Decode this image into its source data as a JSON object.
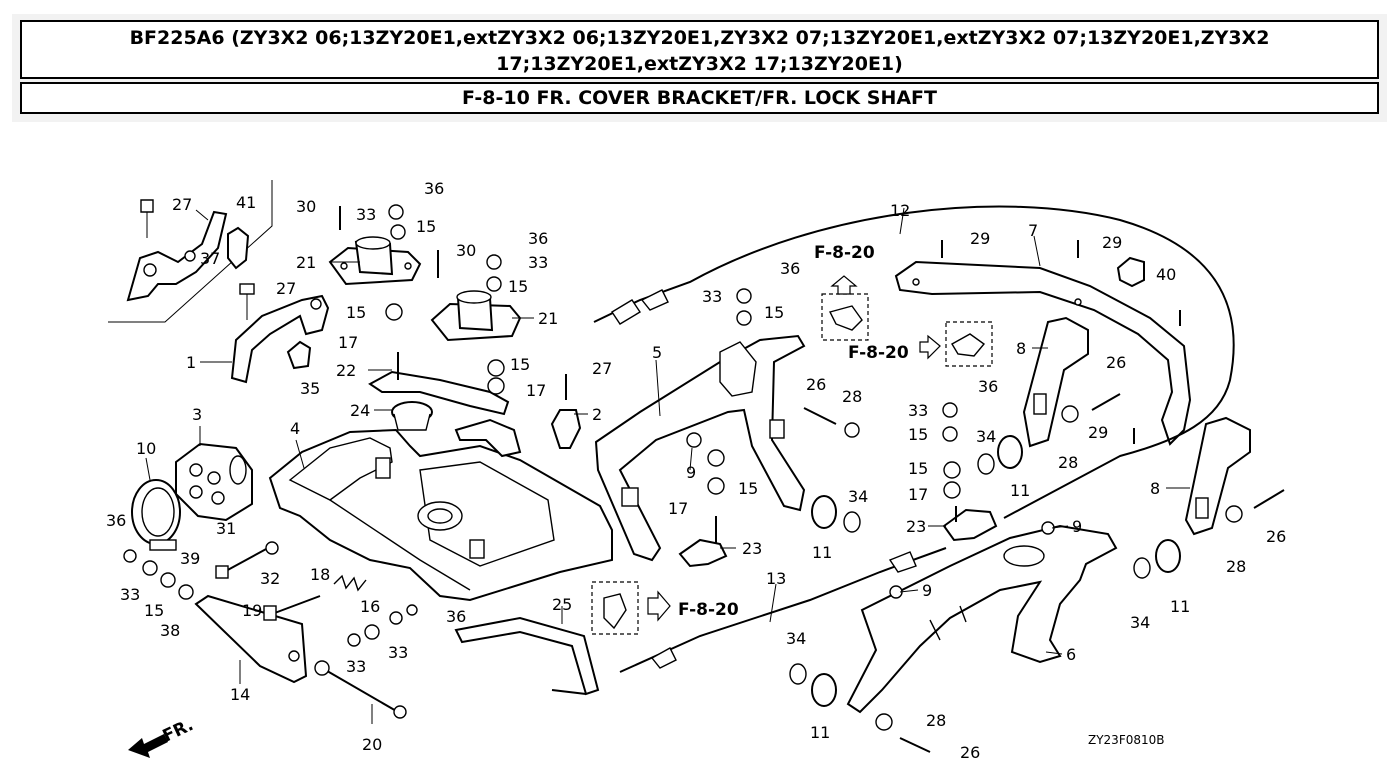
{
  "header": {
    "model_line": "BF225A6 (ZY3X2 06;13ZY20E1,extZY3X2 06;13ZY20E1,ZY3X2 07;13ZY20E1,extZY3X2 07;13ZY20E1,ZY3X2 17;13ZY20E1,extZY3X2 17;13ZY20E1)",
    "section_title": "F-8-10 FR. COVER BRACKET/FR. LOCK SHAFT"
  },
  "diagram": {
    "drawing_code": "ZY23F0810B",
    "front_marker": "FR.",
    "cross_refs": [
      "F-8-20",
      "F-8-20",
      "F-8-20"
    ],
    "callouts": [
      "1",
      "2",
      "3",
      "4",
      "5",
      "6",
      "7",
      "8",
      "8",
      "9",
      "9",
      "9",
      "10",
      "11",
      "11",
      "11",
      "11",
      "12",
      "13",
      "14",
      "15",
      "15",
      "15",
      "15",
      "15",
      "15",
      "15",
      "15",
      "15",
      "16",
      "17",
      "17",
      "17",
      "17",
      "18",
      "19",
      "20",
      "21",
      "21",
      "22",
      "23",
      "23",
      "24",
      "25",
      "26",
      "26",
      "26",
      "26",
      "27",
      "27",
      "27",
      "28",
      "28",
      "28",
      "28",
      "29",
      "29",
      "29",
      "30",
      "30",
      "31",
      "32",
      "33",
      "33",
      "33",
      "33",
      "33",
      "33",
      "33",
      "34",
      "34",
      "34",
      "34",
      "35",
      "36",
      "36",
      "36",
      "36",
      "36",
      "36",
      "37",
      "38",
      "39",
      "40",
      "41"
    ]
  }
}
